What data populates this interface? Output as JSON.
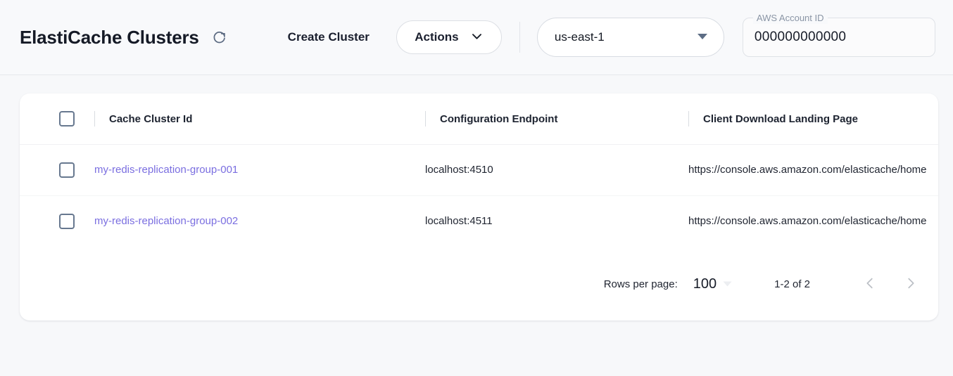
{
  "header": {
    "title": "ElastiCache Clusters",
    "refresh_icon": "refresh-icon",
    "create_cluster_label": "Create Cluster",
    "actions_label": "Actions",
    "actions_chevron_icon": "chevron-down-icon",
    "region": {
      "value": "us-east-1",
      "caret_icon": "caret-down-icon"
    },
    "account": {
      "label": "AWS Account ID",
      "value": "000000000000"
    }
  },
  "table": {
    "columns": [
      {
        "key": "select",
        "label": ""
      },
      {
        "key": "cluster_id",
        "label": "Cache Cluster Id"
      },
      {
        "key": "endpoint",
        "label": "Configuration Endpoint"
      },
      {
        "key": "landing_page",
        "label": "Client Download Landing Page"
      }
    ],
    "rows": [
      {
        "cluster_id": "my-redis-replication-group-001",
        "endpoint": "localhost:4510",
        "landing_page": "https://console.aws.amazon.com/elasticache/home"
      },
      {
        "cluster_id": "my-redis-replication-group-002",
        "endpoint": "localhost:4511",
        "landing_page": "https://console.aws.amazon.com/elasticache/home"
      }
    ]
  },
  "pagination": {
    "rows_per_page_label": "Rows per page:",
    "rows_per_page_value": "100",
    "rows_per_page_caret_icon": "caret-down-icon",
    "range_label": "1-2 of 2",
    "prev_icon": "chevron-left-icon",
    "next_icon": "chevron-right-icon"
  },
  "colors": {
    "link": "#7a6ee0",
    "page_bg": "#f7f8fa",
    "card_bg": "#ffffff",
    "text": "#1a1f2e",
    "muted": "#8a95a5"
  }
}
